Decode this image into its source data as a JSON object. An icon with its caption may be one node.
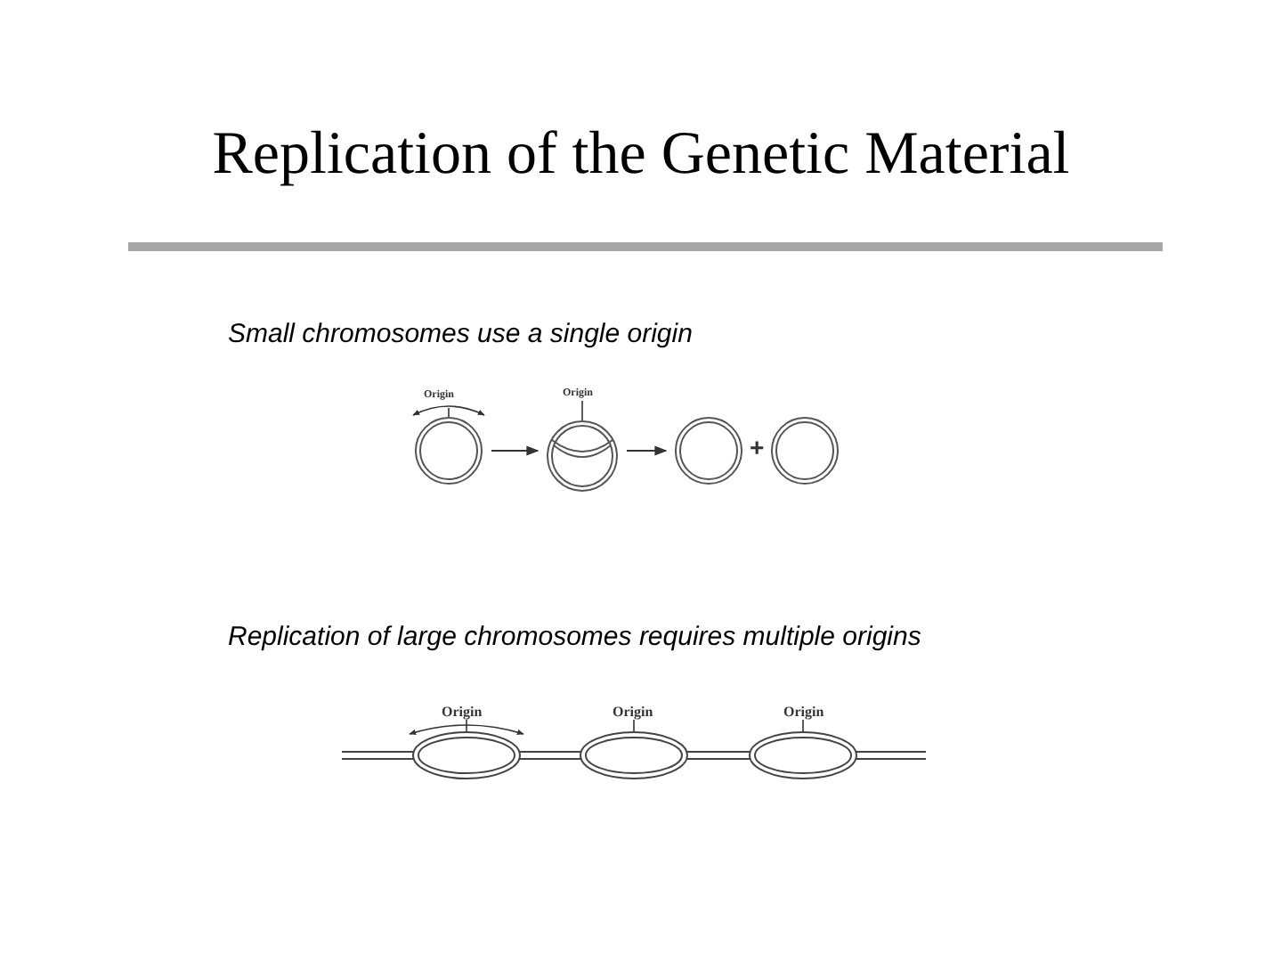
{
  "diagram": {
    "title": "Replication of the Genetic Material",
    "nodes": [
      {
        "text": [],
        "shape": "circle"
      },
      {
        "text": [],
        "shape": "circle"
      },
      {
        "text": [],
        "shape": "circle"
      },
      {
        "text": [],
        "shape": "circle"
      }
    ],
    "edges": [
      {
        "from": 0,
        "to": 1,
        "arrow": "to"
      },
      {
        "from": 1,
        "to": 2,
        "arrow": "to"
      }
    ],
    "labels": [
      "Small chromosomes use a single origin",
      "Origin",
      "Origin",
      "+",
      "Replication of large chromosomes requires multiple origins",
      "Origin",
      "Origin",
      "Origin"
    ]
  }
}
